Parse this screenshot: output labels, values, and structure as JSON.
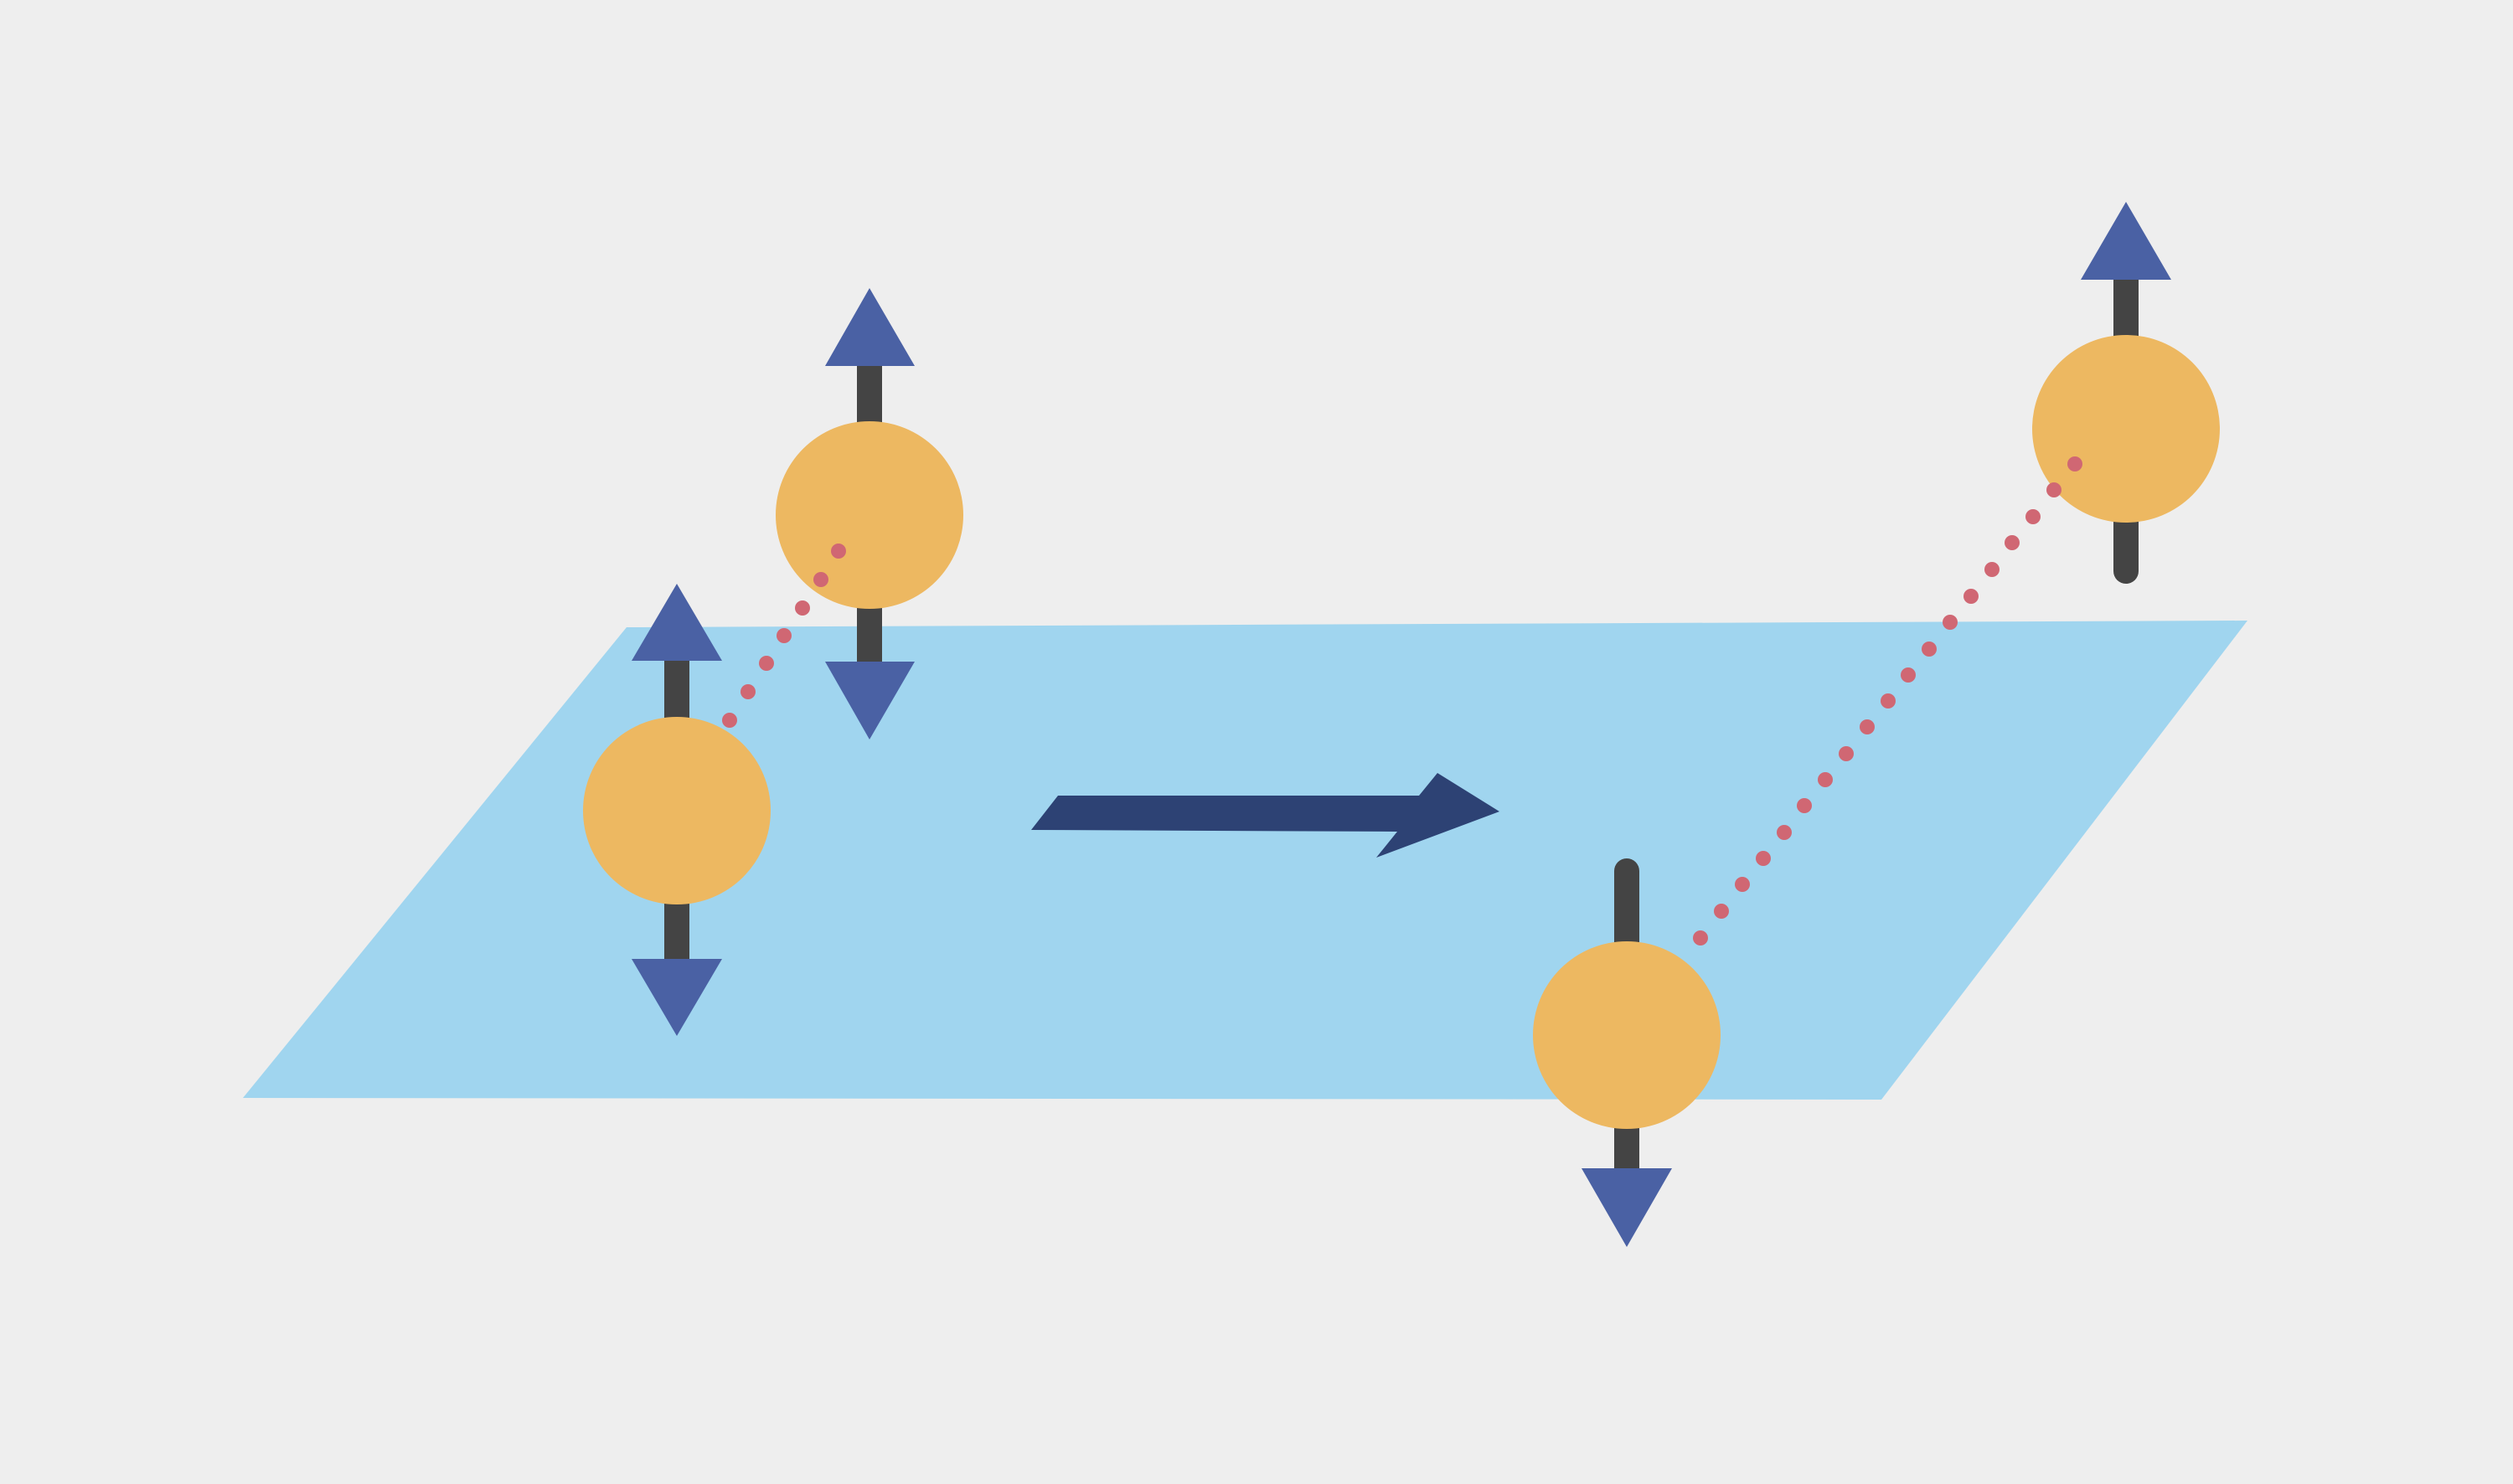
{
  "diagram": {
    "kind": "spin-entanglement-illustration",
    "colors": {
      "background": "#eeeeee",
      "plane": "#a0d5ef",
      "particle": "#edb861",
      "spin_axis": "#444444",
      "spin_arrowhead": "#4a61a4",
      "transition_arrow": "#2d4274",
      "entanglement_link": "#d06773"
    },
    "states": [
      {
        "id": "before",
        "description_hidden": true,
        "particles": [
          {
            "id": "A",
            "spin": "superposition",
            "shows_up_head": true,
            "shows_down_head": true
          },
          {
            "id": "B",
            "spin": "superposition",
            "shows_up_head": true,
            "shows_down_head": true
          }
        ],
        "link": {
          "style": "dotted",
          "between": [
            "A",
            "B"
          ]
        }
      },
      {
        "id": "after",
        "description_hidden": true,
        "particles": [
          {
            "id": "A",
            "spin": "down",
            "shows_up_head": false,
            "shows_down_head": true
          },
          {
            "id": "B",
            "spin": "up",
            "shows_up_head": true,
            "shows_down_head": false
          }
        ],
        "link": {
          "style": "dotted",
          "between": [
            "A",
            "B"
          ]
        }
      }
    ],
    "transition": {
      "direction": "right",
      "icon": "right-arrow-icon"
    }
  }
}
